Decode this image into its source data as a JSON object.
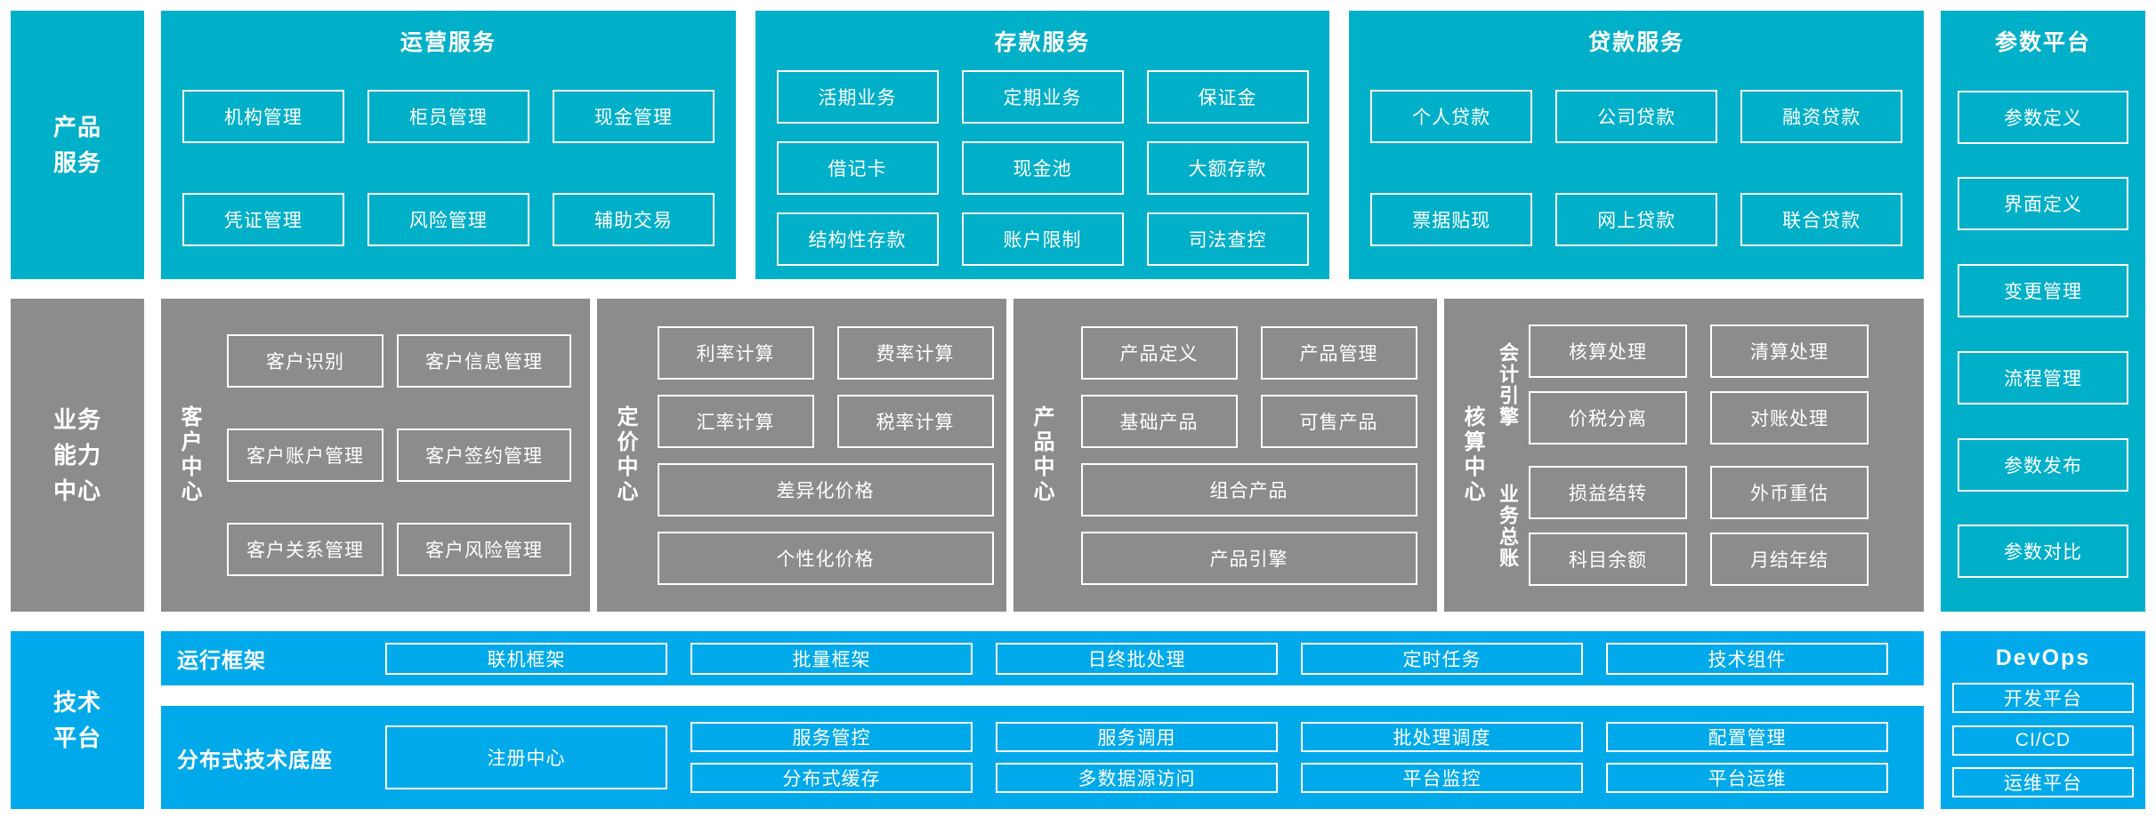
{
  "colors": {
    "teal": "#00AFC8",
    "gray": "#8C8C8C",
    "blue": "#00AAEA",
    "box_border": "#FFFFFF",
    "background": "#FFFFFF"
  },
  "left_labels": {
    "products": "产品服务",
    "business": "业务能力中心",
    "tech": "技术平台"
  },
  "product_services": {
    "operations": {
      "title": "运营服务",
      "items": [
        "机构管理",
        "柜员管理",
        "现金管理",
        "凭证管理",
        "风险管理",
        "辅助交易"
      ]
    },
    "deposit": {
      "title": "存款服务",
      "items": [
        "活期业务",
        "定期业务",
        "保证金",
        "借记卡",
        "现金池",
        "大额存款",
        "结构性存款",
        "账户限制",
        "司法查控"
      ]
    },
    "loan": {
      "title": "贷款服务",
      "items": [
        "个人贷款",
        "公司贷款",
        "融资贷款",
        "票据贴现",
        "网上贷款",
        "联合贷款"
      ]
    }
  },
  "business_centers": {
    "customer": {
      "label": "客户中心",
      "items": [
        "客户识别",
        "客户信息管理",
        "客户账户管理",
        "客户签约管理",
        "客户关系管理",
        "客户风险管理"
      ]
    },
    "pricing": {
      "label": "定价中心",
      "items": [
        "利率计算",
        "费率计算",
        "汇率计算",
        "税率计算",
        "差异化价格",
        "个性化价格"
      ]
    },
    "product": {
      "label": "产品中心",
      "items": [
        "产品定义",
        "产品管理",
        "基础产品",
        "可售产品",
        "组合产品",
        "产品引擎"
      ]
    },
    "accounting": {
      "label": "核算中心",
      "groups": [
        {
          "label": "会计引擎",
          "items": [
            "核算处理",
            "清算处理",
            "价税分离",
            "对账处理"
          ]
        },
        {
          "label": "业务总账",
          "items": [
            "损益结转",
            "外币重估",
            "科目余额",
            "月结年结"
          ]
        }
      ]
    }
  },
  "parameter_platform": {
    "title": "参数平台",
    "items": [
      "参数定义",
      "界面定义",
      "变更管理",
      "流程管理",
      "参数发布",
      "参数对比"
    ]
  },
  "tech_platform": {
    "runtime": {
      "label": "运行框架",
      "items": [
        "联机框架",
        "批量框架",
        "日终批处理",
        "定时任务",
        "技术组件"
      ]
    },
    "distributed": {
      "label": "分布式技术底座",
      "registry": "注册中心",
      "grid": [
        "服务管控",
        "服务调用",
        "批处理调度",
        "配置管理",
        "分布式缓存",
        "多数据源访问",
        "平台监控",
        "平台运维"
      ]
    }
  },
  "devops": {
    "title": "DevOps",
    "items": [
      "开发平台",
      "CI/CD",
      "运维平台"
    ]
  }
}
